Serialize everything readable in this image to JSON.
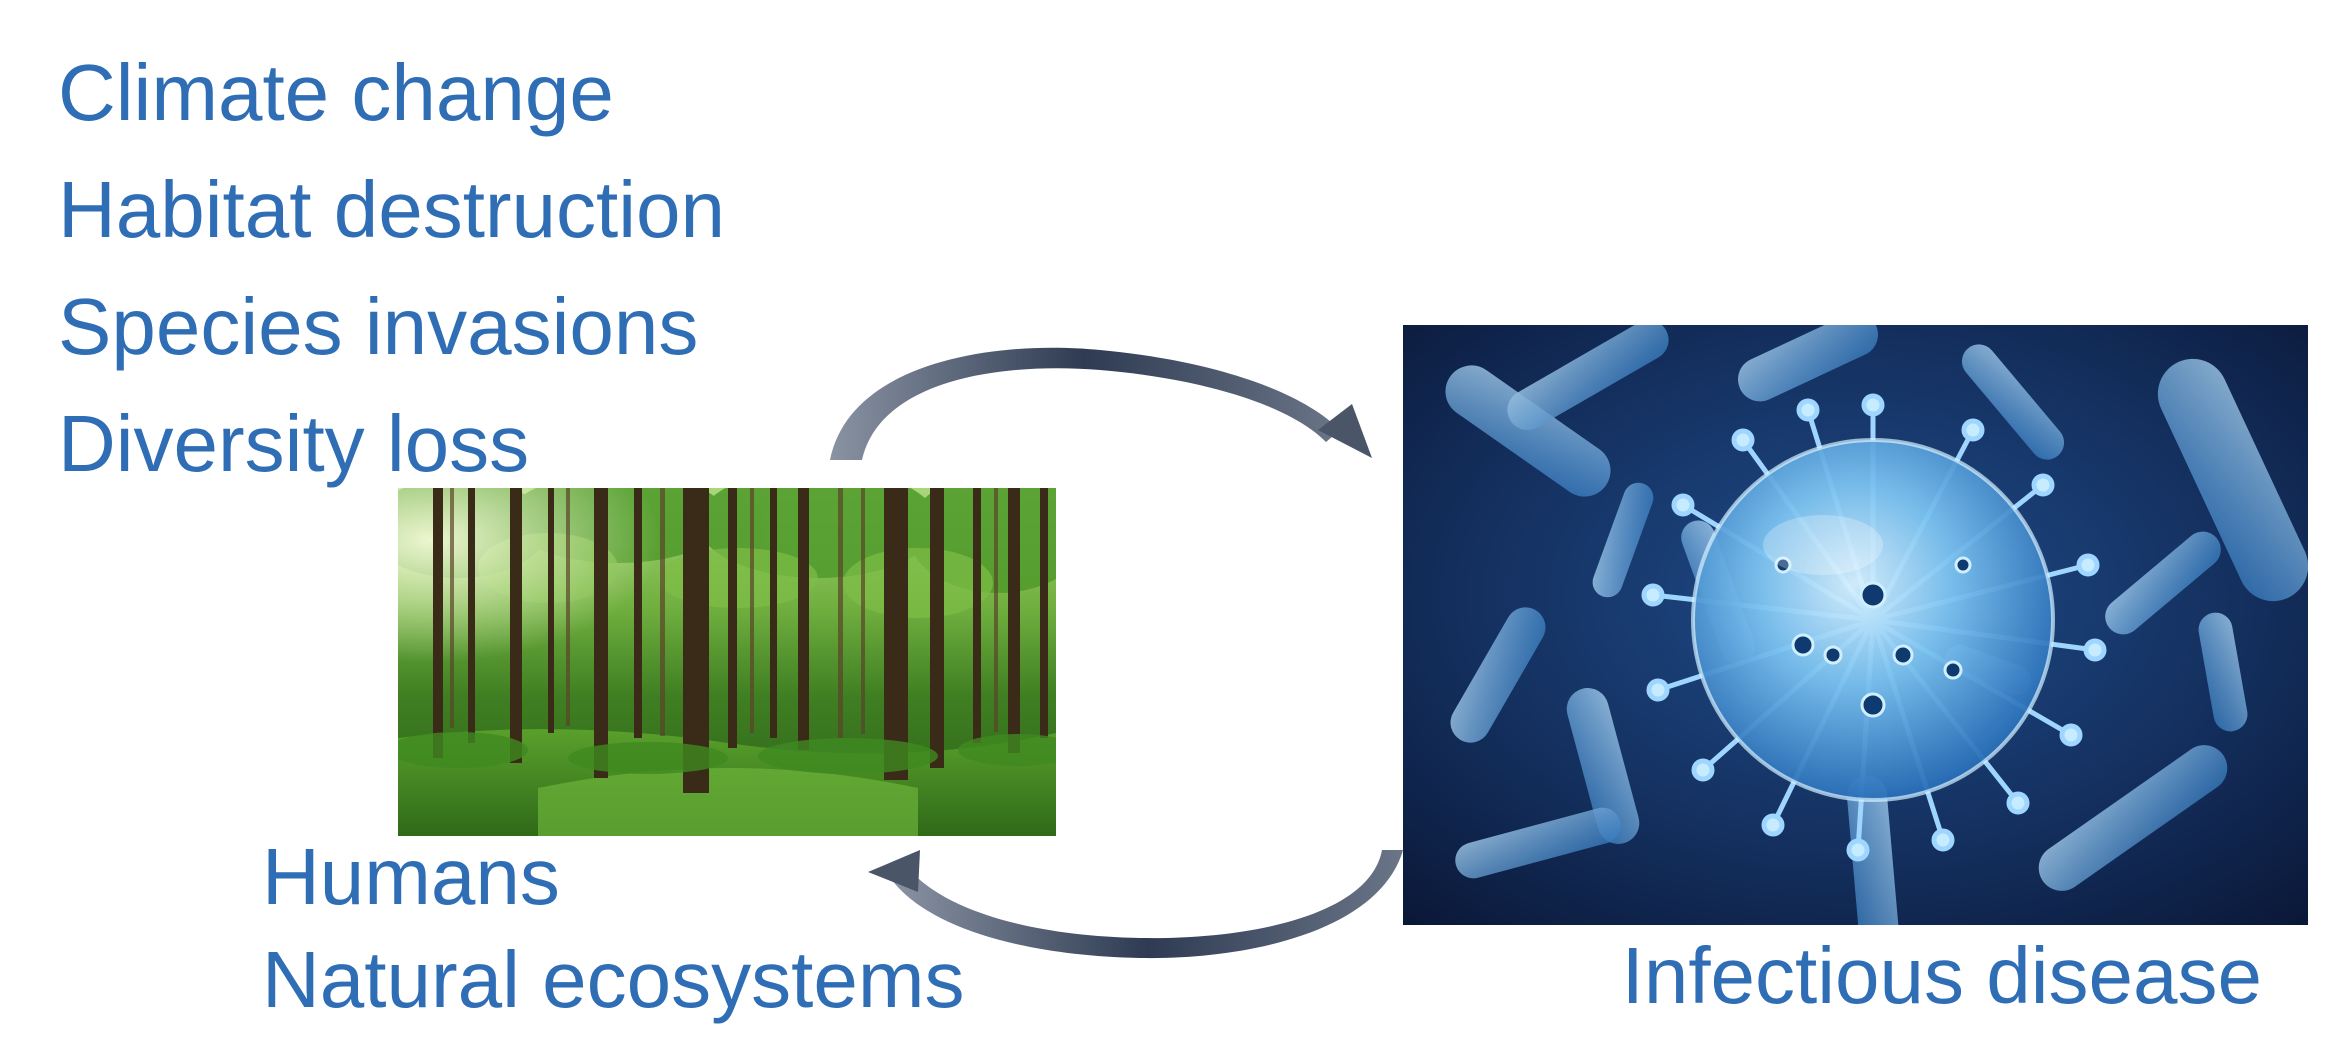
{
  "drivers": [
    "Climate change",
    "Habitat destruction",
    "Species invasions",
    "Diversity loss"
  ],
  "labels": {
    "humans": "Humans",
    "ecosystems": "Natural ecosystems",
    "disease": "Infectious disease"
  },
  "images": {
    "forest": "forest-photo",
    "microbe": "virus-and-bacteria-illustration"
  },
  "colors": {
    "text": "#2f6db5",
    "arrow": "#5f6d82"
  }
}
